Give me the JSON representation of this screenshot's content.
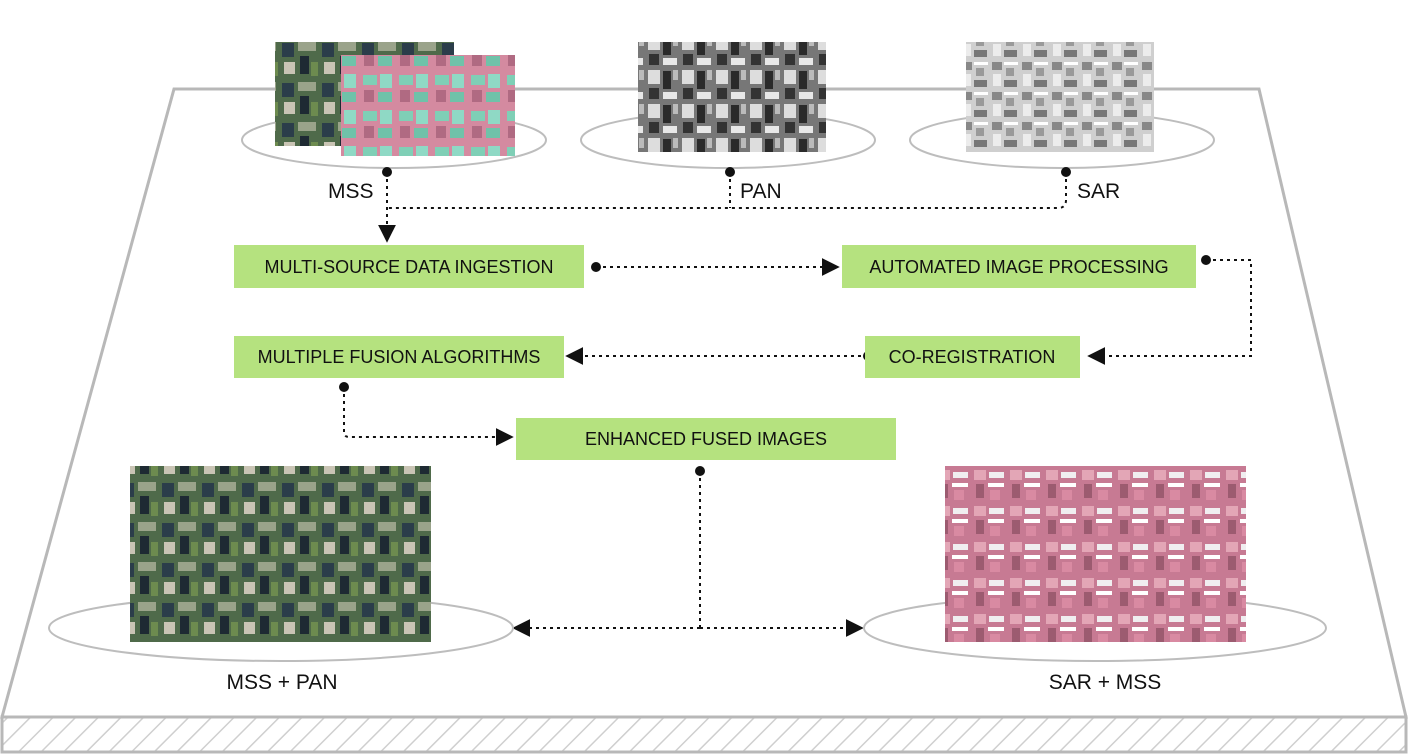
{
  "inputs": {
    "mss": "MSS",
    "pan": "PAN",
    "sar": "SAR"
  },
  "steps": {
    "ingestion": "MULTI-SOURCE DATA INGESTION",
    "processing": "AUTOMATED IMAGE PROCESSING",
    "coregistration": "CO-REGISTRATION",
    "fusion": "MULTIPLE FUSION ALGORITHMS",
    "enhanced": "ENHANCED FUSED IMAGES"
  },
  "outputs": {
    "mss_pan": "MSS + PAN",
    "sar_mss": "SAR + MSS"
  },
  "colors": {
    "box_fill": "#b5e27f",
    "platform_stroke": "#b8b8b8",
    "connector": "#111111",
    "hatch": "#cfcfcf"
  }
}
